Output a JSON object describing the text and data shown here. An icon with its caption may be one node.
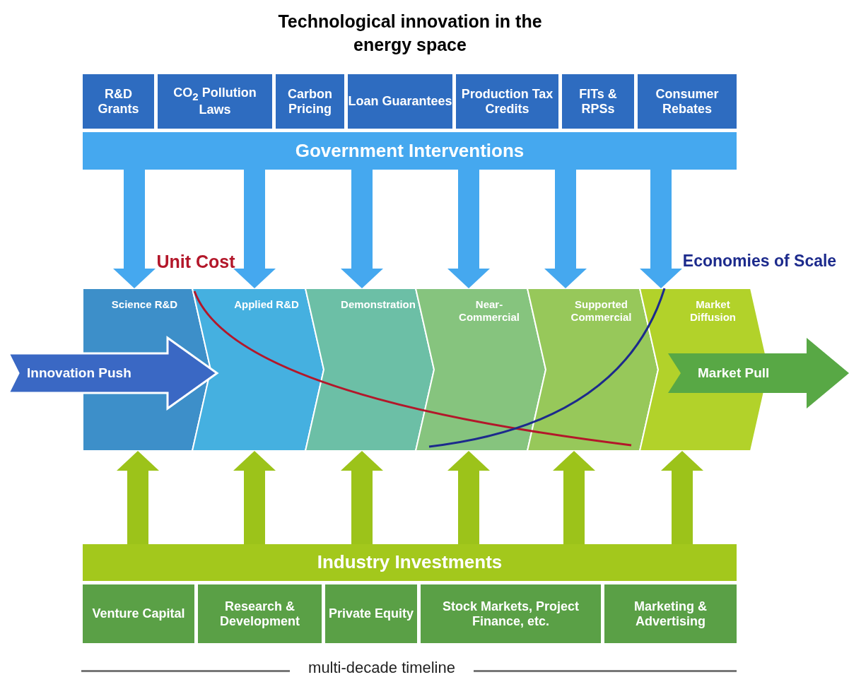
{
  "diagram": {
    "title": "Technological innovation in the energy space",
    "nodes": [
      {
        "text": [
          "R&D Grants"
        ]
      },
      {
        "text": [
          "CO$_{2}$ Pollution Laws"
        ]
      },
      {
        "text": [
          "Carbon Pricing"
        ]
      },
      {
        "text": [
          "Loan Guarantees"
        ]
      },
      {
        "text": [
          "Production Tax Credits"
        ]
      },
      {
        "text": [
          "FITs & RPSs"
        ]
      },
      {
        "text": [
          "Consumer Rebates"
        ]
      },
      {
        "text": [
          "Government Interventions"
        ]
      },
      {
        "text": [
          "Science R&D"
        ]
      },
      {
        "text": [
          "Applied R&D"
        ]
      },
      {
        "text": [
          "Demonstration"
        ]
      },
      {
        "text": [
          "Near-Commercial"
        ]
      },
      {
        "text": [
          "Supported Commercial"
        ]
      },
      {
        "text": [
          "Market Diffusion"
        ]
      },
      {
        "text": [
          "Innovation Push"
        ]
      },
      {
        "text": [
          "Market Pull"
        ]
      },
      {
        "text": [
          "Industry Investments"
        ]
      },
      {
        "text": [
          "Venture Capital"
        ]
      },
      {
        "text": [
          "Research & Development"
        ]
      },
      {
        "text": [
          "Private Equity"
        ]
      },
      {
        "text": [
          "Stock Markets, Project Finance, etc."
        ]
      },
      {
        "text": [
          "Marketing & Advertising"
        ]
      }
    ],
    "edges": [
      {
        "from": 7,
        "to": 8,
        "arrow": "to",
        "color": "#45a8ef"
      },
      {
        "from": 7,
        "to": 9,
        "arrow": "to",
        "color": "#45a8ef"
      },
      {
        "from": 7,
        "to": 10,
        "arrow": "to",
        "color": "#45a8ef"
      },
      {
        "from": 7,
        "to": 11,
        "arrow": "to",
        "color": "#45a8ef"
      },
      {
        "from": 7,
        "to": 12,
        "arrow": "to",
        "color": "#45a8ef"
      },
      {
        "from": 7,
        "to": 13,
        "arrow": "to",
        "color": "#45a8ef"
      },
      {
        "from": 16,
        "to": 8,
        "arrow": "to",
        "color": "#9cc31a"
      },
      {
        "from": 16,
        "to": 9,
        "arrow": "to",
        "color": "#9cc31a"
      },
      {
        "from": 16,
        "to": 10,
        "arrow": "to",
        "color": "#9cc31a"
      },
      {
        "from": 16,
        "to": 11,
        "arrow": "to",
        "color": "#9cc31a"
      },
      {
        "from": 16,
        "to": 12,
        "arrow": "to",
        "color": "#9cc31a"
      },
      {
        "from": 16,
        "to": 13,
        "arrow": "to",
        "color": "#9cc31a"
      }
    ],
    "labels": [
      "Unit Cost",
      "Economies of Scale",
      "multi-decade timeline"
    ]
  }
}
